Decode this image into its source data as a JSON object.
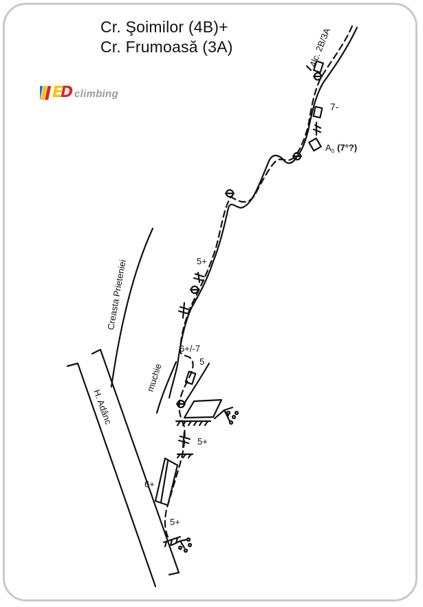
{
  "title": {
    "line1": "Cr.  Şoimilor  (4B)+",
    "line2": "Cr. Frumoasă (3A)"
  },
  "logo": {
    "mark_letters": [
      "E",
      "D"
    ],
    "mark_colors": [
      "#f5c400",
      "#e0261b"
    ],
    "mark_stripes": [
      "#1f6fd1",
      "#f5c400",
      "#e0261b"
    ],
    "wordmark": "climbing",
    "wordmark_color": "#9a9a9a"
  },
  "labels": {
    "top_route": "4lc. 2B/3A",
    "grade_7minus": "7-",
    "aid": "A",
    "aid_sub": "0",
    "aid_free": "(7°?)",
    "grade_5plus_upper": "5+",
    "grade_6plus_7": "6+/-7",
    "grade_5": "5",
    "grade_5plus_mid": "5+",
    "grade_6plus": "6+",
    "grade_5plus_low": "5+",
    "ridge_name": "Creasta Prieteniei",
    "edge": "muchie",
    "valley": "H. Adânc"
  },
  "colors": {
    "ink": "#111111",
    "frame": "#c9c9c9"
  }
}
